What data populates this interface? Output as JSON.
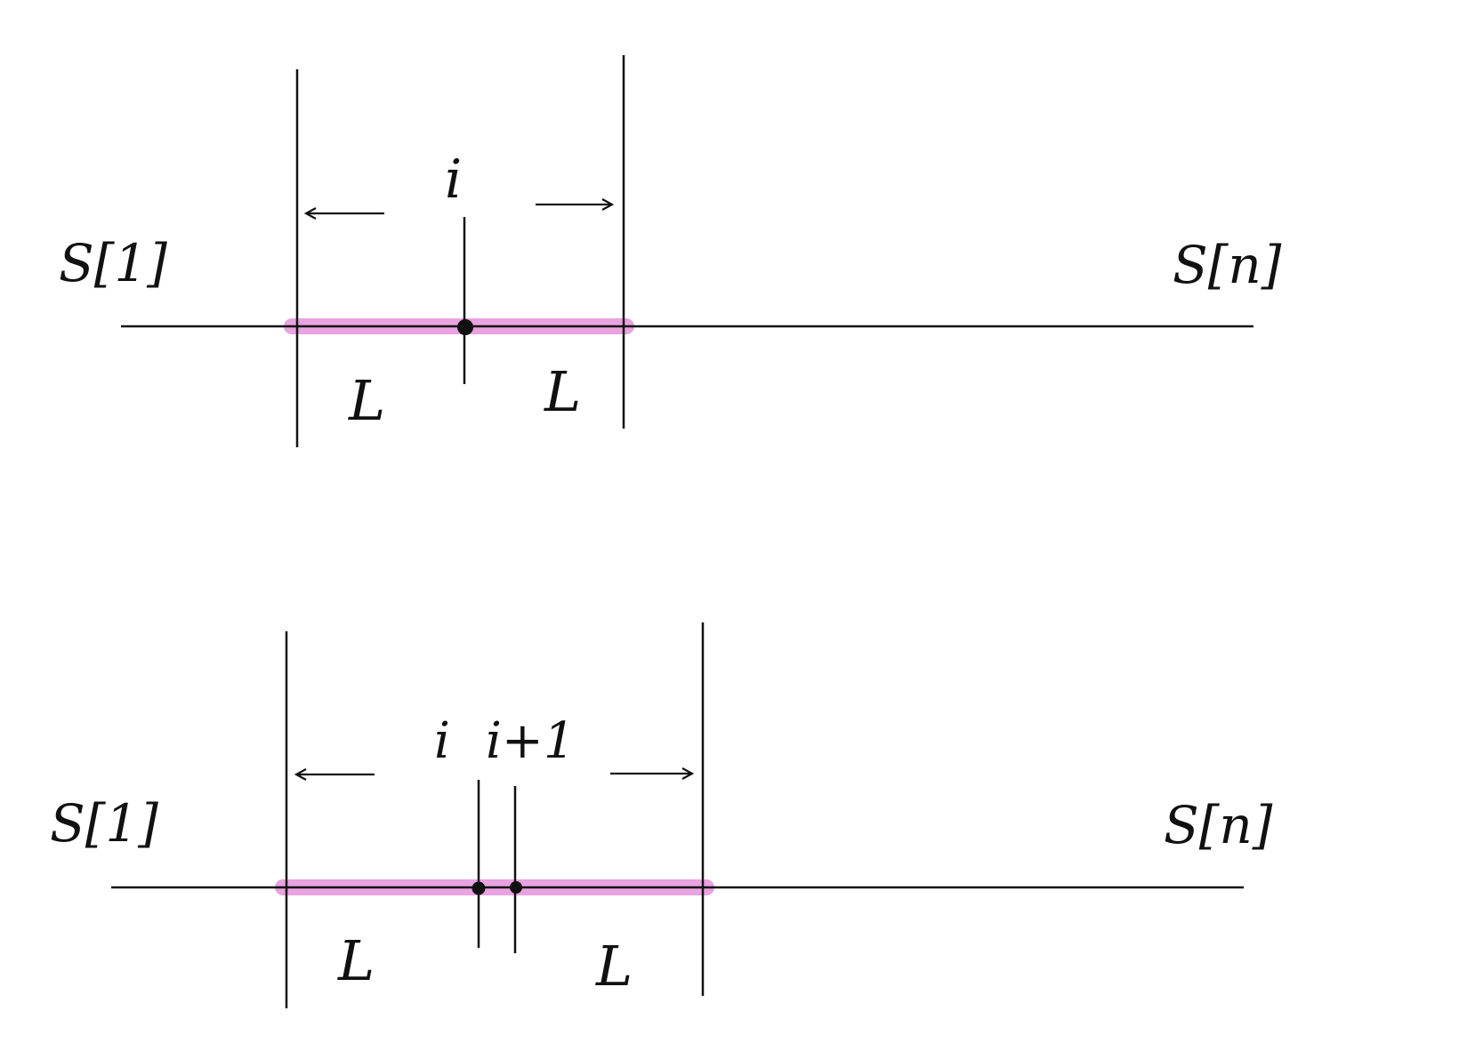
{
  "colors": {
    "ink": "#111111",
    "highlight": "#e8a3e0",
    "background": "#ffffff"
  },
  "panels": [
    {
      "left_label": "S[1]",
      "right_label": "S[n]",
      "index_label": "i",
      "left_span_label": "L",
      "right_span_label": "L"
    },
    {
      "left_label": "S[1]",
      "right_label": "S[n]",
      "index_label": "i",
      "index_next_label": "i+1",
      "left_span_label": "L",
      "right_span_label": "L"
    }
  ]
}
